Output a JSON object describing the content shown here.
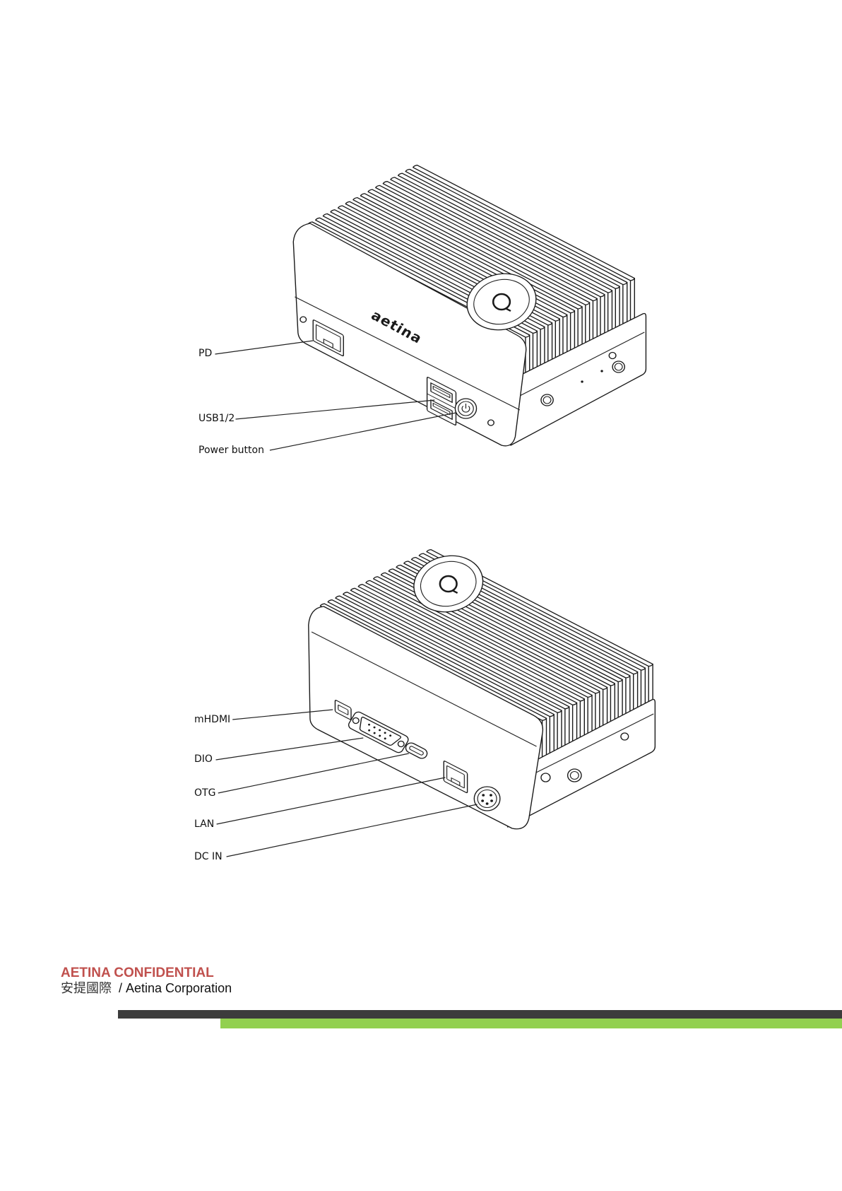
{
  "figure_top": {
    "device_logo": "aetina",
    "callouts": [
      {
        "label": "PD"
      },
      {
        "label": "USB1/2"
      },
      {
        "label": "Power button"
      }
    ]
  },
  "figure_bottom": {
    "callouts": [
      {
        "label": "mHDMI"
      },
      {
        "label": "DIO"
      },
      {
        "label": "OTG"
      },
      {
        "label": "LAN"
      },
      {
        "label": "DC IN"
      }
    ]
  },
  "footer": {
    "confidential": "AETINA CONFIDENTIAL",
    "company_cn": "安提國際",
    "company_en": "/ Aetina Corporation",
    "colors": {
      "confidential": "#c0504d",
      "bar_dark": "#3c3c3c",
      "bar_accent": "#92d050"
    }
  }
}
